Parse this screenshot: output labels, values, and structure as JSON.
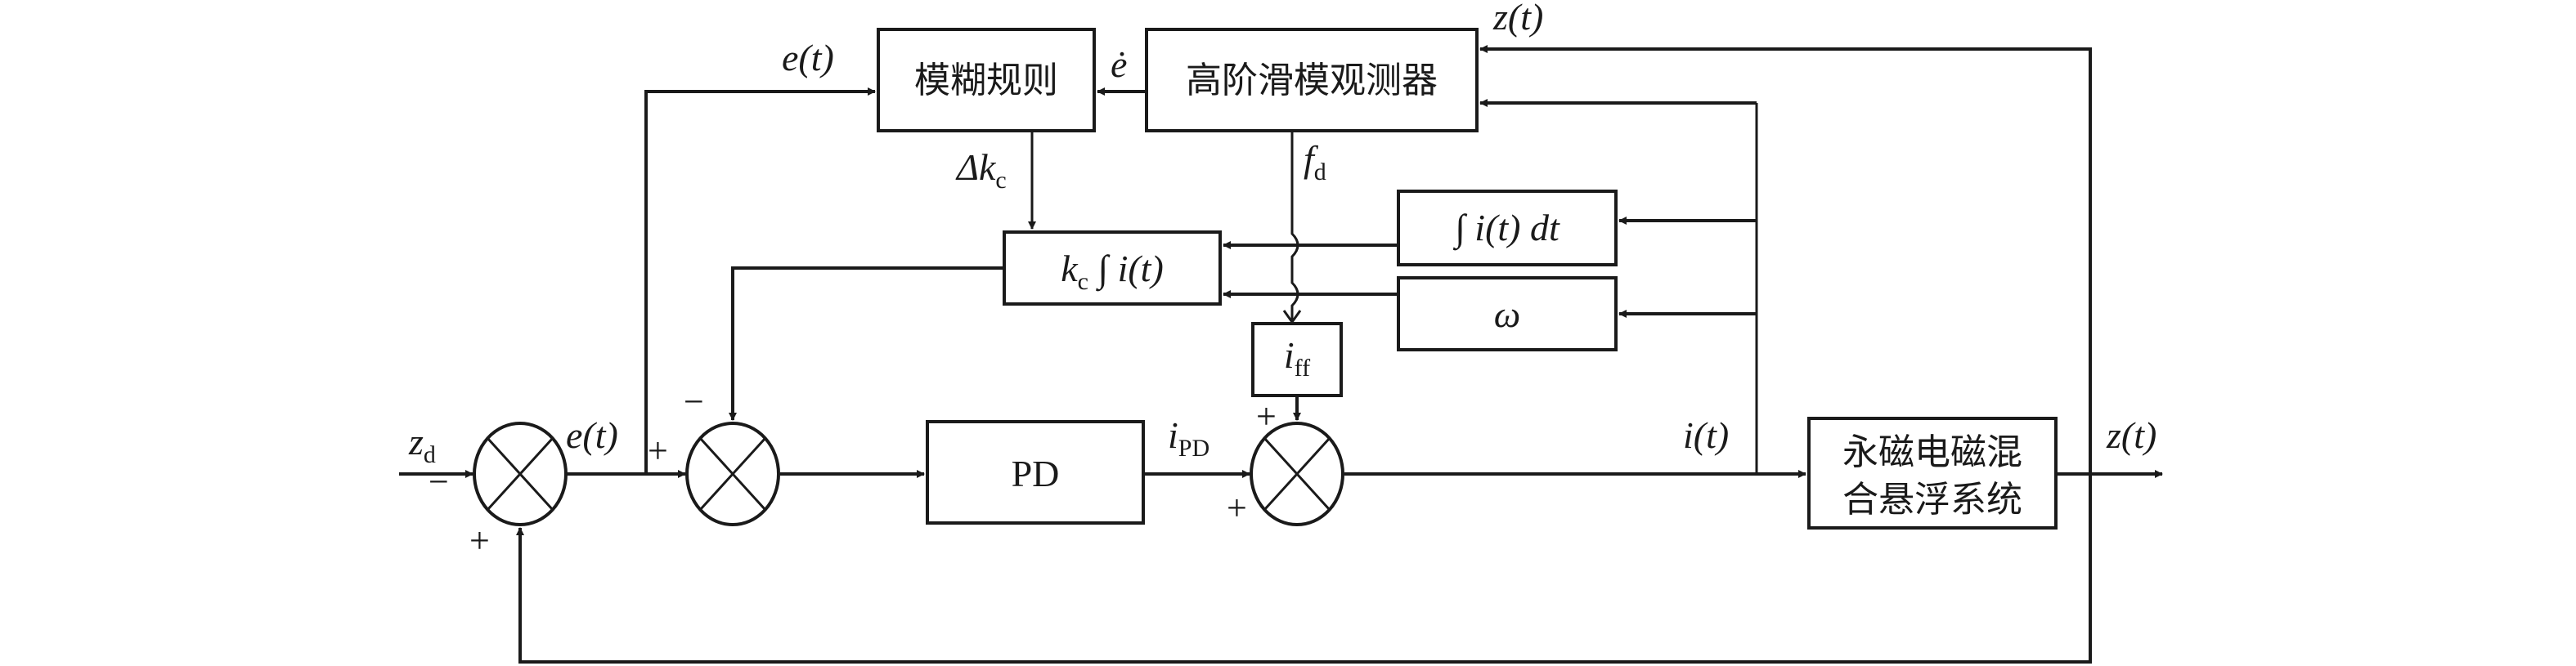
{
  "diagram": {
    "type": "control-block-diagram",
    "blocks": {
      "fuzzy_rules": "模糊规则",
      "observer": "高阶滑模观测器",
      "kc_integral": {
        "main": "k",
        "sub": "c",
        "rest": " ∫ i(t)"
      },
      "integral": "∫ i(t) dt",
      "omega": "ω",
      "iff": {
        "main": "i",
        "sub": "ff"
      },
      "pd": "PD",
      "plant_line1": "永磁电磁混",
      "plant_line2": "合悬浮系统"
    },
    "signals": {
      "zd": {
        "main": "z",
        "sub": "d"
      },
      "e_t_main": "e(t)",
      "e_t_top": "e(t)",
      "e_dot": "ė",
      "delta_kc": {
        "main": "Δk",
        "sub": "c"
      },
      "fd": {
        "main": "f",
        "sub": "d"
      },
      "i_pd": {
        "main": "i",
        "sub": "PD"
      },
      "i_t": "i(t)",
      "z_t_out": "z(t)",
      "z_t_top": "z(t)"
    },
    "signs": {
      "sum1_left": "−",
      "sum1_bottom": "+",
      "sum2_left": "+",
      "sum2_top": "−",
      "sum3_left": "+",
      "sum3_top": "+"
    }
  }
}
